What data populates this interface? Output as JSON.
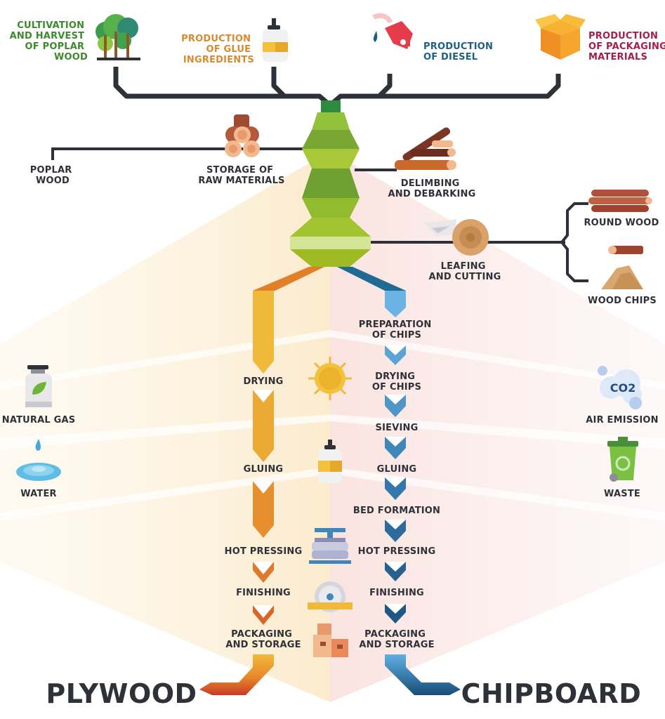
{
  "colors": {
    "dark": "#2f3138",
    "green": "#3d8a2e",
    "orange": "#d98a2b",
    "blue": "#1f5f86",
    "crimson": "#a3204a"
  },
  "inputs": {
    "cultivation": [
      "CULTIVATION",
      "AND HARVEST",
      "OF POPLAR",
      "WOOD"
    ],
    "glue": [
      "PRODUCTION",
      "OF GLUE",
      "INGREDIENTS"
    ],
    "diesel": [
      "PRODUCTION",
      "OF DIESEL"
    ],
    "packaging": [
      "PRODUCTION",
      "OF PACKAGING",
      "MATERIALS"
    ]
  },
  "stages": {
    "poplar_wood": [
      "POPLAR",
      "WOOD"
    ],
    "storage": [
      "STORAGE OF",
      "RAW MATERIALS"
    ],
    "delimbing": [
      "DELIMBING",
      "AND DEBARKING"
    ],
    "leafing": [
      "LEAFING",
      "AND CUTTING"
    ],
    "round_wood": "ROUND WOOD",
    "wood_chips": "WOOD CHIPS"
  },
  "side": {
    "natural_gas": "NATURAL GAS",
    "water": "WATER",
    "air_emission": "AIR EMISSION",
    "co2": "CO2",
    "waste": "WASTE"
  },
  "plywood_steps": {
    "drying": "DRYING",
    "gluing": "GLUING",
    "hot_pressing": "HOT PRESSING",
    "finishing": "FINISHING",
    "packaging": [
      "PACKAGING",
      "AND STORAGE"
    ]
  },
  "chipboard_steps": {
    "preparation": [
      "PREPARATION",
      "OF CHIPS"
    ],
    "drying": [
      "DRYING",
      "OF CHIPS"
    ],
    "sieving": "SIEVING",
    "gluing": "GLUING",
    "bed_formation": "BED FORMATION",
    "hot_pressing": "HOT PRESSING",
    "finishing": "FINISHING",
    "packaging": [
      "PACKAGING",
      "AND STORAGE"
    ]
  },
  "outputs": {
    "plywood": "PLYWOOD",
    "chipboard": "CHIPBOARD"
  }
}
